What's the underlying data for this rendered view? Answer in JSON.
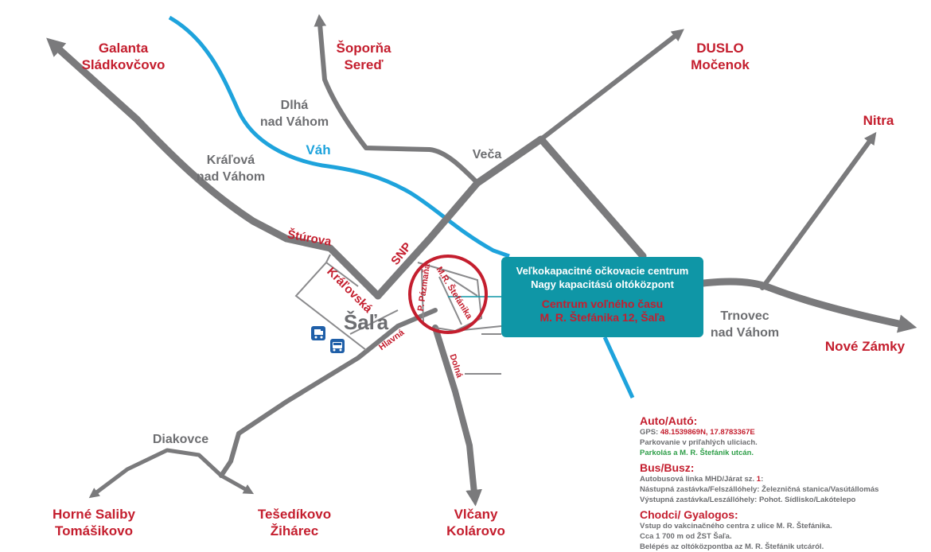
{
  "places": {
    "galanta": "Galanta",
    "sladkovicovo": "Sládkovčovo",
    "soporna": "Šoporňa",
    "sered": "Sereď",
    "duslo": "DUSLO",
    "mocenok": "Močenok",
    "dlha1": "Dlhá",
    "dlha2": "nad Váhom",
    "kralova1": "Kráľová",
    "kralova2": "nad Váhom",
    "veca": "Veča",
    "nitra": "Nitra",
    "trnovec1": "Trnovec",
    "trnovec2": "nad Váhom",
    "nove_zamky": "Nové Zámky",
    "diakovce": "Diakovce",
    "horne_saliby": "Horné Saliby",
    "tomasikovo": "Tomášikovo",
    "tesedikovo": "Tešedíkovo",
    "ziharec": "Žihárec",
    "vlcany": "Vlčany",
    "kolarovo": "Kolárovo",
    "sala": "Šaľa"
  },
  "river": "Váh",
  "streets": {
    "sturova": "Štúrova",
    "kralovska": "Kráľovská",
    "snp": "SNP",
    "hlavna": "Hlavná",
    "dolna": "Dolná",
    "p_pazmana": "P. Pázmaňa",
    "mr_stefanika": "M.R. Štefánika"
  },
  "callout": {
    "line1": "Veľkokapacitné očkovacie centrum",
    "line2": "Nagy kapacitású oltóközpont",
    "line3": "Centrum voľného času",
    "line4": "M. R. Štefánika 12, Šaľa"
  },
  "info": {
    "car_heading": "Auto/Autó:",
    "gps_label": "GPS: ",
    "gps_value": "48.1539869N, 17.8783367E",
    "car_line2": "Parkovanie v priľahlých uliciach.",
    "car_line3": "Parkolás a M. R. Štefánik utcán.",
    "bus_heading": "Bus/Busz:",
    "bus_line1_a": "Autobusová linka MHD/Járat sz. ",
    "bus_line1_b": "1",
    "bus_line1_c": ":",
    "bus_line2": "Nástupná zastávka/Felszállóhely: Železničná stanica/Vasútállomás",
    "bus_line3": "Výstupná zastávka/Leszállóhely: Pohot. Sídlisko/Lakótelepo",
    "walk_heading": "Chodci/ Gyalogos:",
    "walk_line1": "Vstup do vakcinačného centra z ulice M. R. Štefánika.",
    "walk_line2": "Cca 1 700 m od ŽST Šaľa.",
    "walk_line3": "Belépés az oltóközpontba az M. R. Štefánik utcáról."
  },
  "icons": [
    "train-icon",
    "bus-icon",
    "arrow-icon"
  ],
  "colors": {
    "red": "#c41e2e",
    "road": "#7a7a7c",
    "river": "#1ea3dc",
    "callout": "#0f96a6",
    "green": "#2e9e48"
  }
}
